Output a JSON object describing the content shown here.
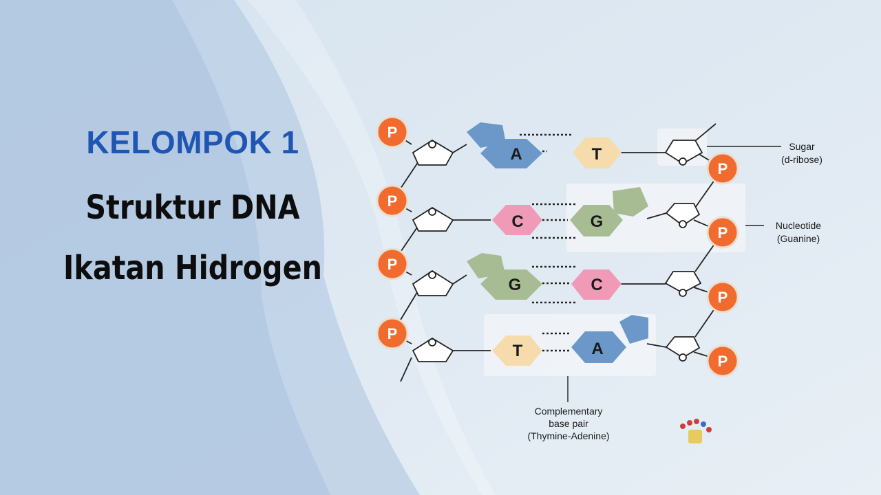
{
  "title": {
    "group": "KELOMPOK 1",
    "line1": "Struktur DNA",
    "line2": "Ikatan Hidrogen"
  },
  "diagram": {
    "phosphate_label": "P",
    "rows": [
      {
        "left_base": "A",
        "right_base": "T",
        "bonds": 2
      },
      {
        "left_base": "C",
        "right_base": "G",
        "bonds": 3
      },
      {
        "left_base": "G",
        "right_base": "C",
        "bonds": 3
      },
      {
        "left_base": "T",
        "right_base": "A",
        "bonds": 2
      }
    ],
    "labels": {
      "sugar_1": "Sugar",
      "sugar_2": "(d-ribose)",
      "nucleotide_1": "Nucleotide",
      "nucleotide_2": "(Guanine)",
      "pair_1": "Complementary",
      "pair_2": "base pair",
      "pair_3": "(Thymine-Adenine)"
    }
  },
  "colors": {
    "title_blue": "#1f56b3",
    "phosphate": "#f26b2e",
    "adenine": "#6b98c9",
    "thymine": "#f6dcac",
    "cytosine": "#ef9bb8",
    "guanine": "#a8bc94"
  }
}
